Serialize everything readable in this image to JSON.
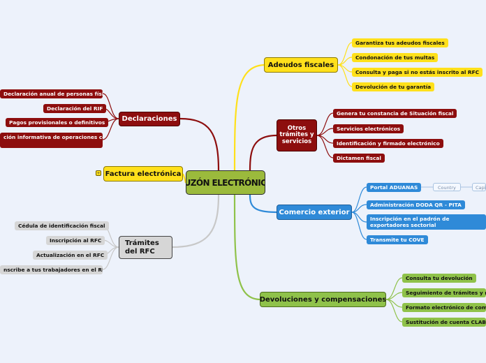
{
  "center": {
    "label": "BUZÓN ELECTRÓNICO"
  },
  "branches": {
    "adeudos": {
      "label": "Adeudos fiscales",
      "items": [
        "Garantiza tus adeudos fiscales",
        "Condonación de tus multas",
        "Consulta y paga si no estás inscrito al RFC",
        "Devolución de tu garantía"
      ]
    },
    "otros": {
      "label": "Otros trámites y servicios",
      "items": [
        "Genera tu constancia de Situación fiscal",
        "Servicios electrónicos",
        "Identificación y firmado electrónico",
        "Dictamen fiscal"
      ]
    },
    "comercio": {
      "label": "Comercio exterior",
      "items": [
        "Portal ADUANAS",
        "Administración DODA QR - PITA",
        "Inscripción en el padrón de exportadores sectorial",
        "Transmite tu COVE"
      ],
      "sub": [
        "Country",
        "Capi"
      ]
    },
    "devoluciones": {
      "label": "Devoluciones y compensaciones",
      "items": [
        "Consulta tu devolución",
        "Seguimiento de trámites y re",
        "Formato electrónico de comp",
        "Sustitución de cuenta CLABE"
      ]
    },
    "declaraciones": {
      "label": "Declaraciones",
      "items": [
        "Declaración anual de personas físicas",
        "Declaración del RIF",
        "Pagos provisionales o definitivos",
        "ción informativa de operaciones con"
      ]
    },
    "factura": {
      "label": "Factura electrónica",
      "icon_text": "+"
    },
    "tramites": {
      "label": "Trámites del RFC",
      "items": [
        "Cédula de identificación fiscal",
        "Inscripción al RFC",
        "Actualización en el RFC",
        "nscribe a tus trabajadores en el RFC"
      ]
    }
  },
  "colors": {
    "yellow": "#ffe01b",
    "red": "#8d0e0e",
    "blue": "#2f8ad8",
    "green": "#8fc24a",
    "gray": "#d6d6d6",
    "center": "#9bba3c"
  }
}
